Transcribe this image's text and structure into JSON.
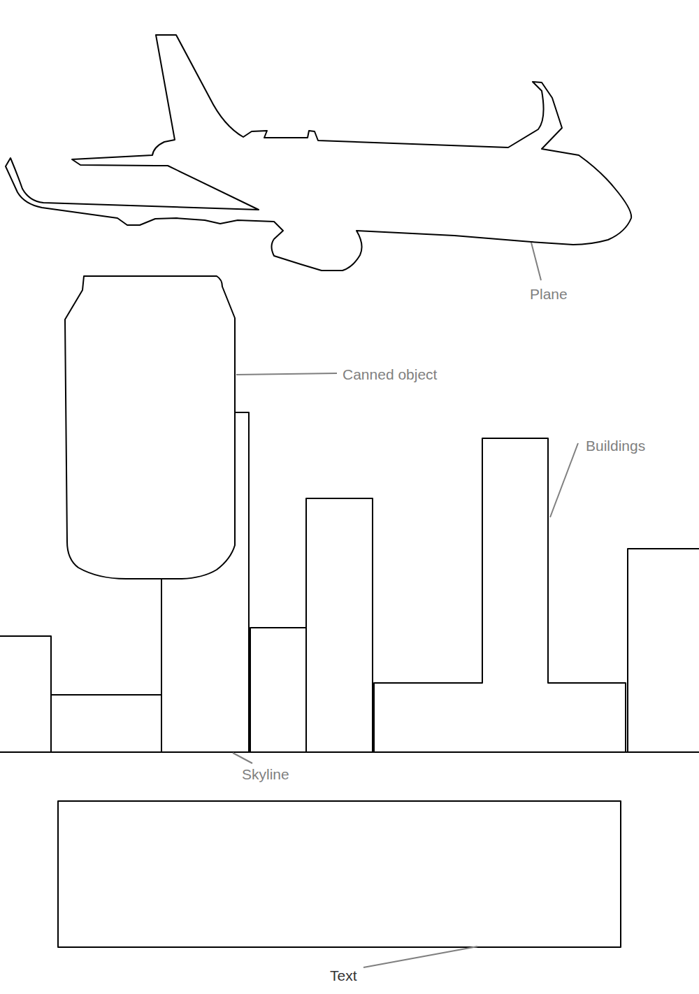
{
  "diagram": {
    "labels": [
      "Plane",
      "Canned object",
      "Buildings",
      "Skyline",
      "Text"
    ]
  }
}
